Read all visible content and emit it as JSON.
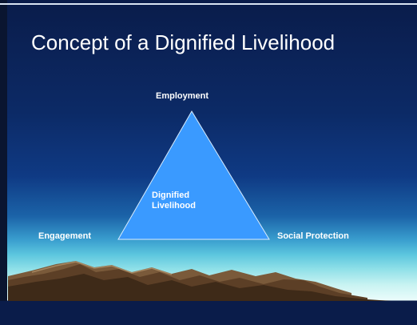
{
  "slide": {
    "title": "Concept of a Dignified Livelihood"
  },
  "diagram": {
    "apex_top": "Employment",
    "apex_left": "Engagement",
    "apex_right": "Social Protection",
    "center_line1": "Dignified",
    "center_line2": "Livelihood",
    "triangle_fill": "#3a9aff",
    "triangle_stroke": "#d9ecff"
  }
}
